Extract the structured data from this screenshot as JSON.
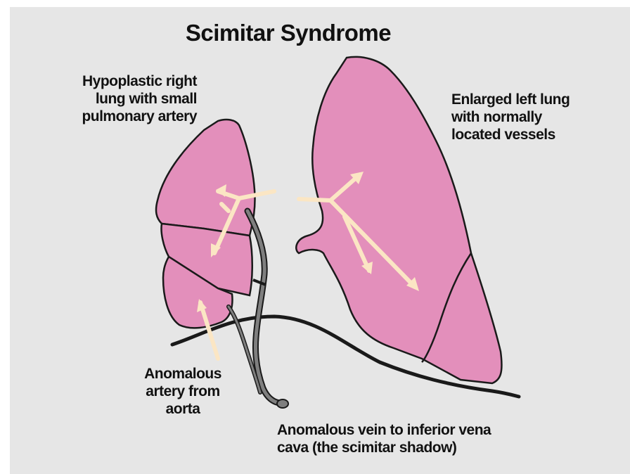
{
  "title": "Scimitar Syndrome",
  "labels": {
    "right_lung": "Hypoplastic right\nlung with small\npulmonary artery",
    "left_lung": "Enlarged left lung\nwith normally\nlocated vessels",
    "anomalous_artery": "Anomalous\nartery from\naorta",
    "anomalous_vein": "Anomalous vein to inferior vena\ncava (the scimitar shadow)"
  },
  "colors": {
    "background": "#e6e6e6",
    "lung_fill": "#e38fbb",
    "outline": "#1a1a1a",
    "arrow": "#fbe6c4",
    "vessel": "#7f7f7f"
  }
}
